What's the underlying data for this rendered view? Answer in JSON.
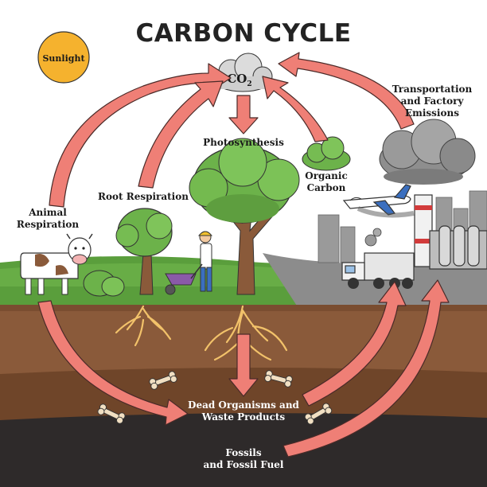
{
  "title": "CARBON CYCLE",
  "co2": {
    "main": "CO",
    "sub": "2"
  },
  "labels": {
    "sunlight": "Sunlight",
    "transport_line1": "Transportation",
    "transport_line2": "and Factory",
    "transport_line3": "Emissions",
    "photosynthesis": "Photosynthesis",
    "organic_line1": "Organic",
    "organic_line2": "Carbon",
    "root_respiration": "Root Respiration",
    "animal_line1": "Animal",
    "animal_line2": "Respiration",
    "dead_line1": "Dead Organisms and",
    "dead_line2": "Waste Products",
    "fossils_line1": "Fossils",
    "fossils_line2": "and Fossil Fuel"
  },
  "colors": {
    "arrow": "#ef7f76",
    "sun": "#f5b22e",
    "grass": "#5a9e3c",
    "soil": "#8a5a3a",
    "deep_soil": "#2e2a2a",
    "cloud": "#c9c9c9",
    "tree": "#6cb24a",
    "roots": "#f2c26a"
  }
}
